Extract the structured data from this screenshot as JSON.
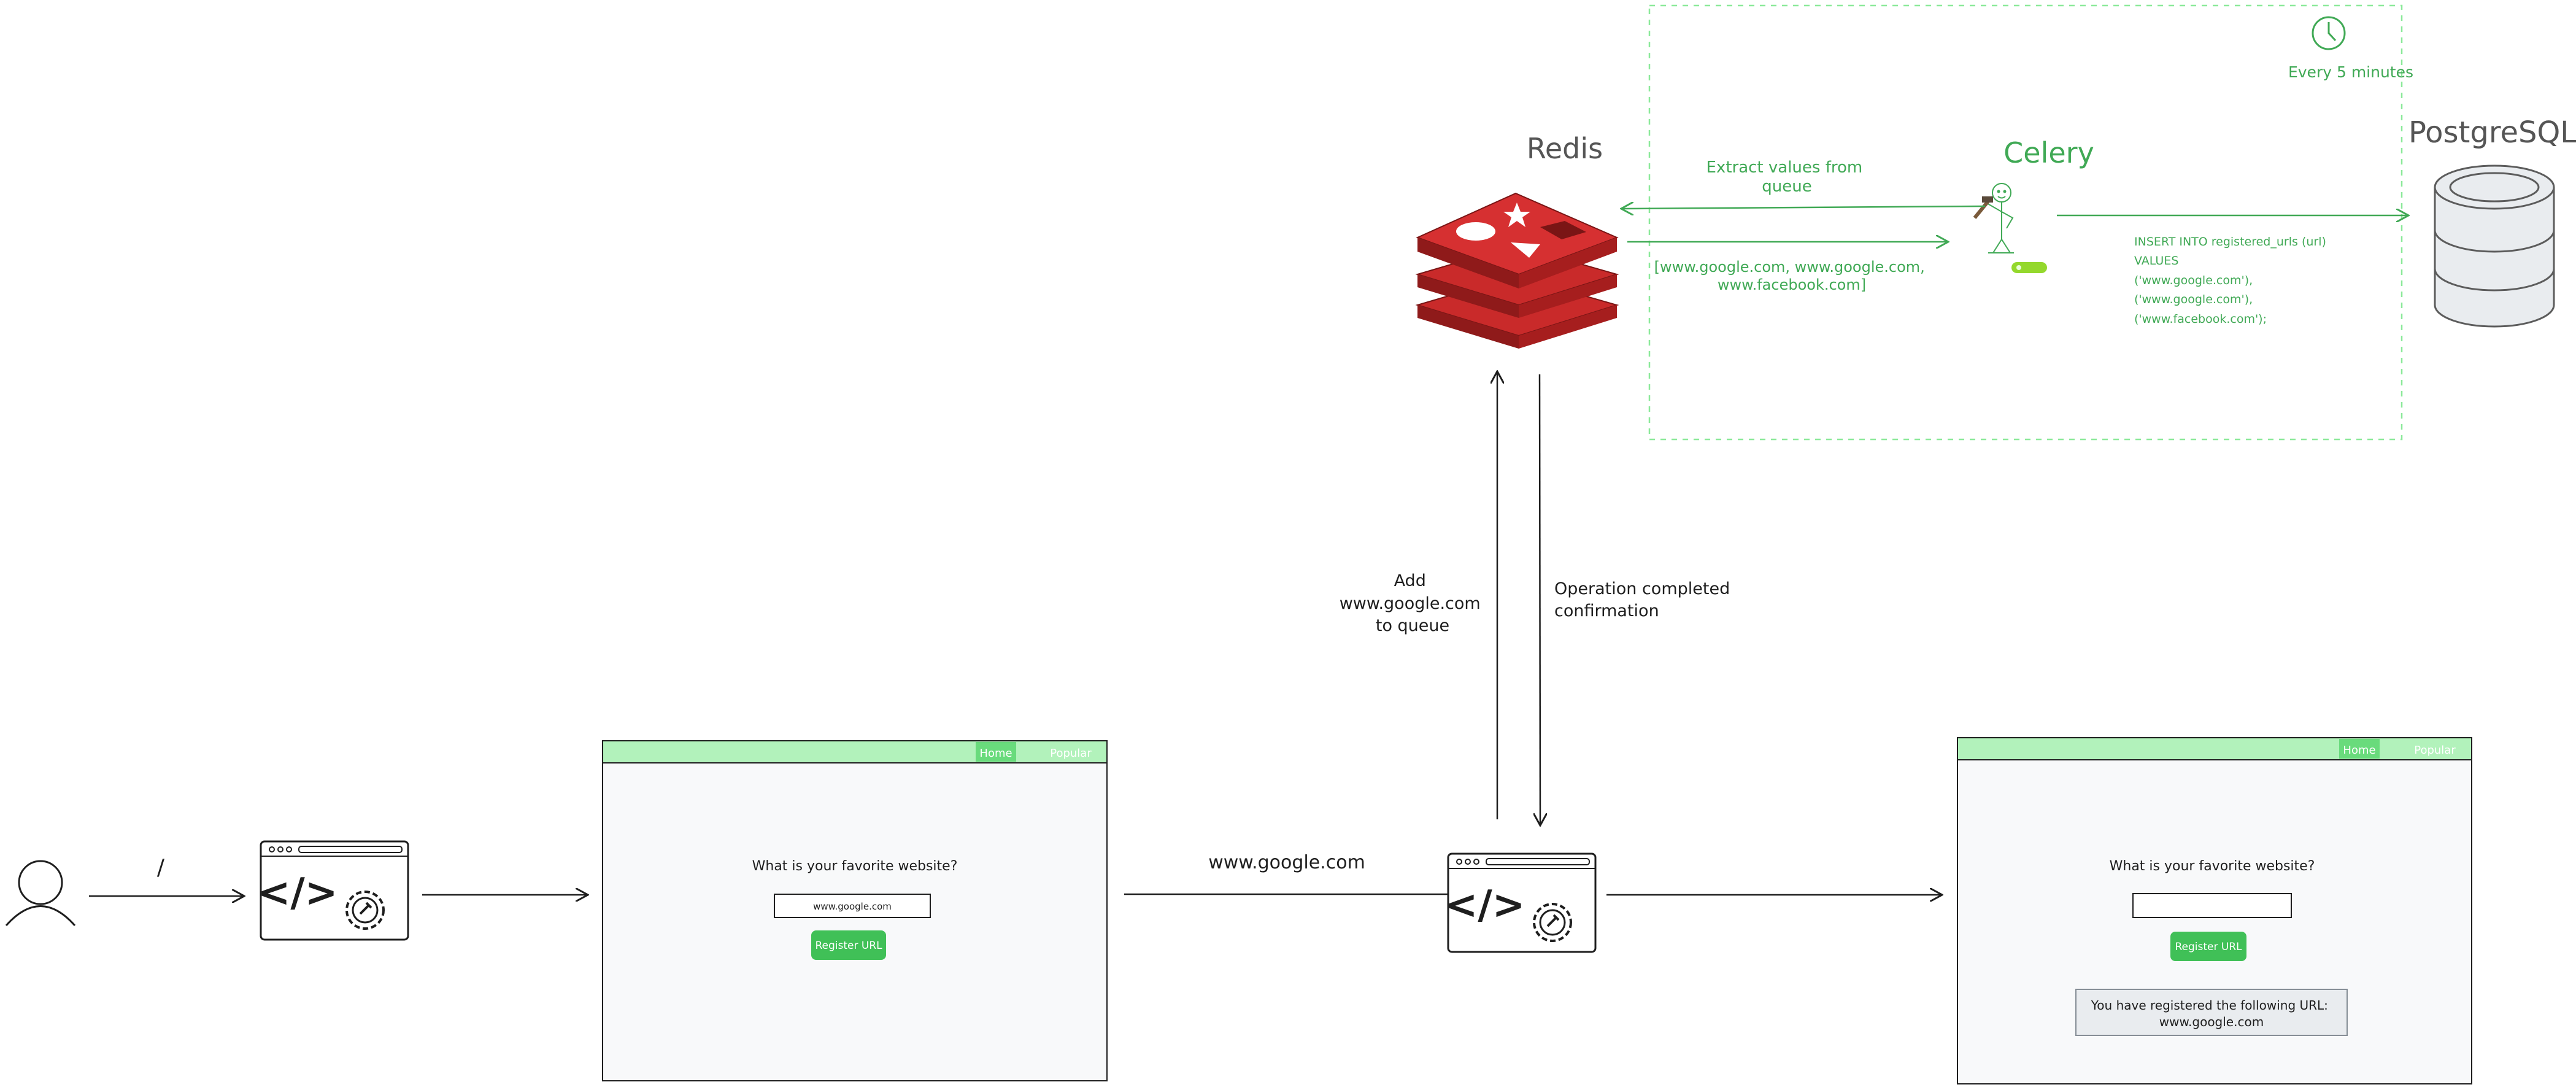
{
  "labels": {
    "slash": "/",
    "google_input": "www.google.com",
    "add_queue": [
      "Add",
      "www.google.com",
      "to queue"
    ],
    "op_completed": [
      "Operation completed",
      "confirmation"
    ],
    "redis": "Redis",
    "celery": "Celery",
    "postgres": "PostgreSQL",
    "every5": "Every 5 minutes",
    "extract": [
      "Extract values from",
      "queue"
    ],
    "queue_values": [
      "[www.google.com, www.google.com,",
      "www.facebook.com]"
    ],
    "sql": [
      "INSERT INTO registered_urls (url)",
      "VALUES",
      "('www.google.com'),",
      "('www.google.com'),",
      "('www.facebook.com');"
    ]
  },
  "page1": {
    "nav_home": "Home",
    "nav_popular": "Popular",
    "question": "What is your favorite website?",
    "input_value": "www.google.com",
    "button": "Register URL"
  },
  "page2": {
    "nav_home": "Home",
    "nav_popular": "Popular",
    "question": "What is your favorite website?",
    "input_value": "",
    "button": "Register URL",
    "result": [
      "You have registered the following URL:",
      "www.google.com"
    ]
  },
  "icons": {
    "user": "person-icon",
    "server": "code-gear-icon",
    "redis": "redis-logo-icon",
    "celery": "stick-figure-icon",
    "clock": "clock-icon",
    "postgres": "database-cylinder-icon"
  },
  "colors": {
    "green": "#40a955",
    "green_light": "#b2f2bb",
    "green_button": "#40c057",
    "redis_red": "#c92a2a",
    "ink": "#1e1e1e"
  }
}
